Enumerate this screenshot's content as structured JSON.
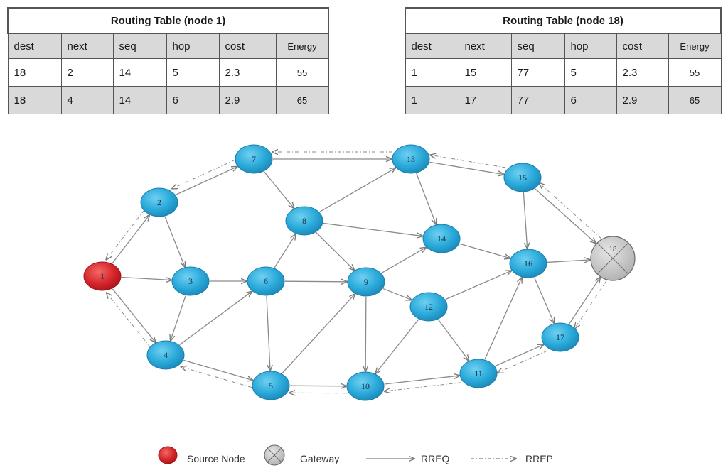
{
  "tables": [
    {
      "title": "Routing Table (node 1)",
      "headers": [
        "dest",
        "next",
        "seq",
        "hop",
        "cost",
        "Energy"
      ],
      "rows": [
        [
          "18",
          "2",
          "14",
          "5",
          "2.3",
          "55"
        ],
        [
          "18",
          "4",
          "14",
          "6",
          "2.9",
          "65"
        ]
      ]
    },
    {
      "title": "Routing Table (node 18)",
      "headers": [
        "dest",
        "next",
        "seq",
        "hop",
        "cost",
        "Energy"
      ],
      "rows": [
        [
          "1",
          "15",
          "77",
          "5",
          "2.3",
          "55"
        ],
        [
          "1",
          "17",
          "77",
          "6",
          "2.9",
          "65"
        ]
      ]
    }
  ],
  "network": {
    "source_node": "1",
    "gateway_node": "18",
    "nodes": [
      "1",
      "2",
      "3",
      "4",
      "5",
      "6",
      "7",
      "8",
      "9",
      "10",
      "11",
      "12",
      "13",
      "14",
      "15",
      "16",
      "17",
      "18"
    ],
    "rreq_edges": [
      [
        "1",
        "2"
      ],
      [
        "1",
        "3"
      ],
      [
        "1",
        "4"
      ],
      [
        "2",
        "3"
      ],
      [
        "2",
        "7"
      ],
      [
        "3",
        "4"
      ],
      [
        "3",
        "6"
      ],
      [
        "4",
        "6"
      ],
      [
        "4",
        "5"
      ],
      [
        "6",
        "5"
      ],
      [
        "6",
        "8"
      ],
      [
        "6",
        "9"
      ],
      [
        "7",
        "13"
      ],
      [
        "7",
        "8"
      ],
      [
        "8",
        "13"
      ],
      [
        "8",
        "14"
      ],
      [
        "8",
        "9"
      ],
      [
        "9",
        "14"
      ],
      [
        "9",
        "12"
      ],
      [
        "9",
        "10"
      ],
      [
        "5",
        "9"
      ],
      [
        "5",
        "10"
      ],
      [
        "13",
        "14"
      ],
      [
        "13",
        "15"
      ],
      [
        "14",
        "16"
      ],
      [
        "15",
        "16"
      ],
      [
        "15",
        "18"
      ],
      [
        "12",
        "16"
      ],
      [
        "12",
        "11"
      ],
      [
        "12",
        "10"
      ],
      [
        "10",
        "11"
      ],
      [
        "11",
        "16"
      ],
      [
        "11",
        "17"
      ],
      [
        "16",
        "18"
      ],
      [
        "16",
        "17"
      ],
      [
        "17",
        "18"
      ]
    ],
    "rrep_edges": [
      [
        "18",
        "15"
      ],
      [
        "15",
        "13"
      ],
      [
        "13",
        "7"
      ],
      [
        "7",
        "2"
      ],
      [
        "2",
        "1"
      ],
      [
        "18",
        "17"
      ],
      [
        "17",
        "11"
      ],
      [
        "11",
        "10"
      ],
      [
        "10",
        "5"
      ],
      [
        "5",
        "4"
      ],
      [
        "4",
        "1"
      ]
    ],
    "colors": {
      "source_fill": "#d7252a",
      "node_fill": "#29a9d9",
      "gateway_fill": "#c8c8c8",
      "edge": "#8a8a8a"
    }
  },
  "legend": {
    "source": "Source Node",
    "gateway": "Gateway",
    "rreq": "RREQ",
    "rrep": "RREP"
  }
}
